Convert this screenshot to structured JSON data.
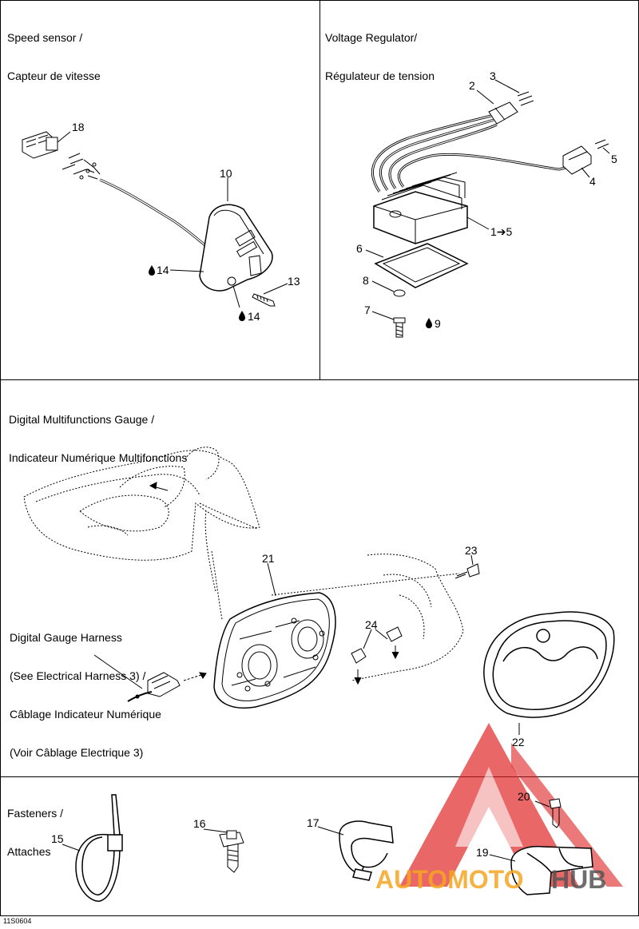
{
  "panels": {
    "speed_sensor": {
      "title_en": "Speed sensor /",
      "title_fr": "Capteur de vitesse"
    },
    "voltage_regulator": {
      "title_en": "Voltage Regulator/",
      "title_fr": "Régulateur de tension"
    },
    "gauge": {
      "title_en": "Digital Multifunctions Gauge /",
      "title_fr": "Indicateur Numérique Multifonctions"
    },
    "fasteners": {
      "title_en": "Fasteners /",
      "title_fr": "Attaches"
    }
  },
  "harness_note": {
    "line1": "Digital Gauge Harness",
    "line2": "(See Electrical Harness 3) /",
    "line3": "Câblage Indicateur Numérique",
    "line4": "(Voir Câblage Electrique 3)"
  },
  "callouts": {
    "c18": "18",
    "c10": "10",
    "c14a": "14",
    "c13": "13",
    "c14b": "14",
    "c2": "2",
    "c3": "3",
    "c5": "5",
    "c4": "4",
    "c1to5": "1➔5",
    "c6": "6",
    "c8": "8",
    "c7": "7",
    "c9": "9",
    "c21": "21",
    "c23": "23",
    "c24": "24",
    "c22": "22",
    "c15": "15",
    "c16": "16",
    "c17": "17",
    "c20": "20",
    "c19": "19"
  },
  "drop_icon": "oil-drop-icon",
  "watermark": {
    "text_a": "AUTOMOTO",
    "text_b": "HUB",
    "color_red": "#e02020",
    "color_orange": "#f5a623"
  },
  "figure_code": "11S0604"
}
